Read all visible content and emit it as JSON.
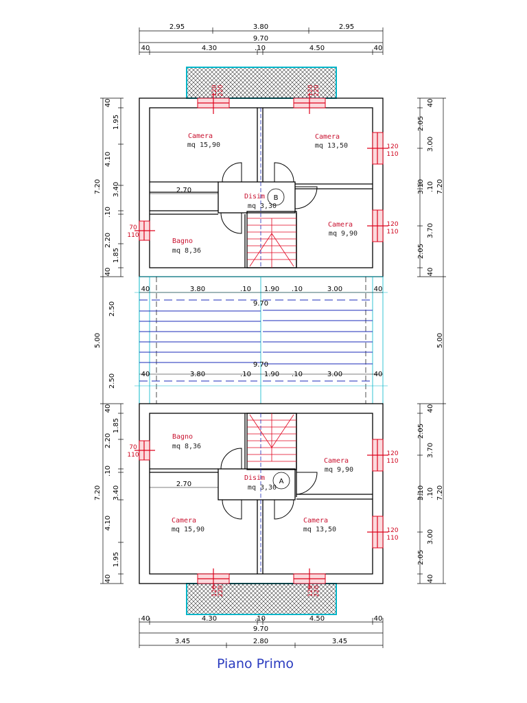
{
  "title": "Piano Primo",
  "top_dims": {
    "row1": [
      "2.95",
      "3.80",
      "2.95"
    ],
    "row2": [
      "9.70"
    ],
    "row3": [
      "40",
      "4.30",
      ".10",
      "4.50",
      "40"
    ]
  },
  "bottom_dims": {
    "row1": [
      "40",
      "4.30",
      ".10",
      "4.50",
      "40"
    ],
    "row2": [
      "9.70"
    ],
    "row3": [
      "3.45",
      "2.80",
      "3.45"
    ]
  },
  "left_upper": {
    "total": "7.20",
    "parts": [
      "40",
      "1.95",
      "4.10",
      "3.40",
      ".10",
      "2.20",
      "1.85",
      "40"
    ]
  },
  "left_middle": {
    "total": "5.00",
    "parts": [
      "2.50",
      "2.50"
    ]
  },
  "left_lower": {
    "total": "7.20",
    "parts": [
      "40",
      "1.85",
      "2.20",
      ".10",
      "3.40",
      "4.10",
      "1.95",
      "40"
    ]
  },
  "right_upper": {
    "total": "7.20",
    "parts": [
      "40",
      "2.05",
      "3.00",
      "3.10",
      ".10",
      "3.70",
      "2.05",
      "40"
    ]
  },
  "right_middle": {
    "total": "5.00"
  },
  "right_lower": {
    "total": "7.20",
    "parts": [
      "40",
      "2.05",
      "3.70",
      ".10",
      "3.10",
      "3.00",
      "2.05",
      "40"
    ]
  },
  "middle_dims": {
    "upper_row": [
      "40",
      "3.80",
      ".10",
      "1.90",
      ".10",
      "3.00",
      "40"
    ],
    "upper_total": "9.70",
    "lower_total": "9.70",
    "lower_row": [
      "40",
      "3.80",
      ".10",
      "1.90",
      ".10",
      "3.00",
      "40"
    ]
  },
  "upper_unit": {
    "label": "B",
    "rooms": [
      {
        "name": "Camera",
        "area": "mq 15,90"
      },
      {
        "name": "Camera",
        "area": "mq 13,50"
      },
      {
        "name": "Disim",
        "area": "mq 3,30"
      },
      {
        "name": "Camera",
        "area": "mq 9,90"
      },
      {
        "name": "Bagno",
        "area": "mq 8,36"
      }
    ],
    "inner_dim": "2.70",
    "windows": [
      {
        "w": "120",
        "h": "220"
      },
      {
        "w": "120",
        "h": "220"
      },
      {
        "w": "120",
        "h": "110"
      },
      {
        "w": "120",
        "h": "110"
      },
      {
        "w": "70",
        "h": "110"
      }
    ]
  },
  "lower_unit": {
    "label": "A",
    "rooms": [
      {
        "name": "Bagno",
        "area": "mq 8,36"
      },
      {
        "name": "Camera",
        "area": "mq 9,90"
      },
      {
        "name": "Disim",
        "area": "mq 3,30"
      },
      {
        "name": "Camera",
        "area": "mq 15,90"
      },
      {
        "name": "Camera",
        "area": "mq 13,50"
      }
    ],
    "inner_dim": "2.70",
    "windows": [
      {
        "w": "70",
        "h": "110"
      },
      {
        "w": "120",
        "h": "110"
      },
      {
        "w": "120",
        "h": "110"
      },
      {
        "w": "120",
        "h": "220"
      },
      {
        "w": "120",
        "h": "220"
      }
    ]
  },
  "colors": {
    "wall": "#000000",
    "room_label": "#c8102e",
    "window": "#e0001b",
    "terrace": "#00b5c8",
    "ground": "#1a28b8",
    "title": "#2a3bbf"
  }
}
